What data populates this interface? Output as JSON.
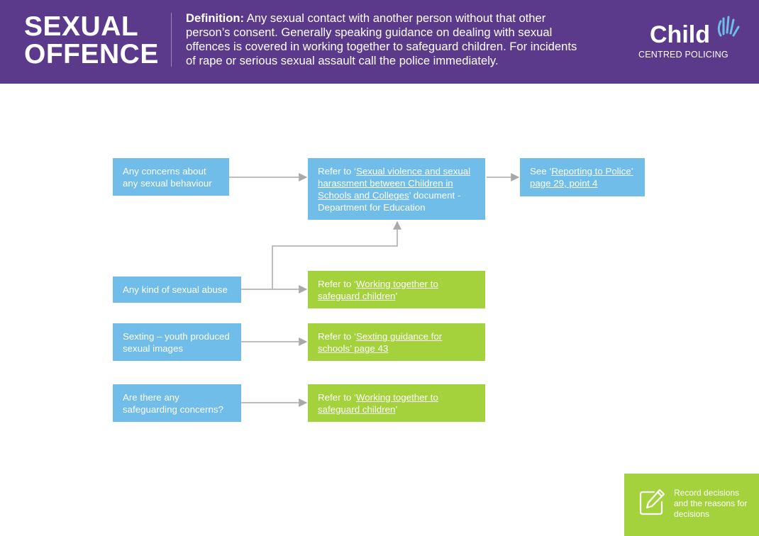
{
  "header": {
    "title_line1": "SEXUAL",
    "title_line2": "OFFENCE",
    "definition_label": "Definition:",
    "definition_text": " Any sexual contact with another person without that other person’s consent. Generally speaking guidance on dealing with sexual offences is covered in working together to safeguard children. For incidents of rape or serious sexual assault call the police immediately."
  },
  "logo": {
    "word": "Child",
    "subtitle": "CENTRED POLICING",
    "icon": "hands-icon"
  },
  "flow": {
    "concerns": "Any concerns about any sexual behaviour",
    "refer_sv_prefix": "Refer to ‘",
    "refer_sv_link": "Sexual violence and sexual harassment between Children in Schools and Colleges",
    "refer_sv_suffix": "’ document - Department for Education",
    "see_prefix": "See ‘",
    "see_link": "Reporting to Police’ page 29, point 4",
    "abuse": "Any kind of sexual abuse",
    "refer_wt1_prefix": "Refer to ‘",
    "refer_wt1_link": "Working together to safeguard children",
    "refer_wt1_suffix": "’",
    "sexting": "Sexting – youth produced sexual images",
    "refer_sexting_prefix": "Refer to ‘",
    "refer_sexting_link": "Sexting guidance for schools’ page 43",
    "safeguarding": "Are there any safeguarding concerns?",
    "refer_wt2_prefix": "Refer to ‘",
    "refer_wt2_link": "Working together to safeguard children",
    "refer_wt2_suffix": "’"
  },
  "record": {
    "text": "Record decisions and the reasons for decisions",
    "icon": "pencil-note-icon"
  },
  "colors": {
    "header": "#5b3a8c",
    "blue": "#6fbde8",
    "green": "#a3d23c",
    "connector": "#a9a9a9"
  }
}
